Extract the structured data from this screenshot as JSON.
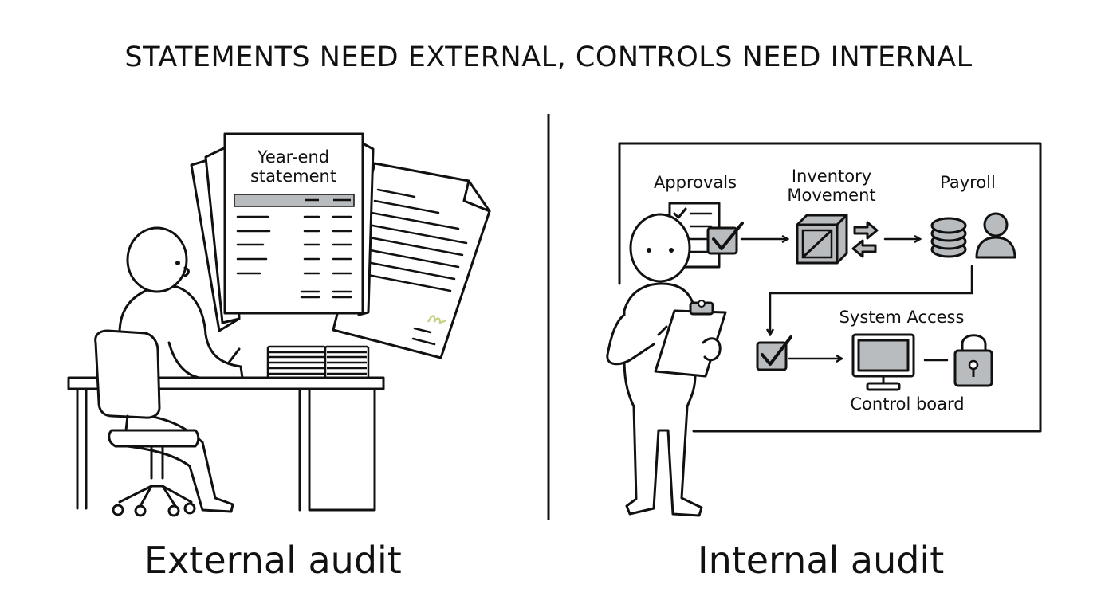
{
  "title": "STATEMENTS NEED EXTERNAL, CONTROLS NEED INTERNAL",
  "left_panel": {
    "caption": "External audit",
    "document_title_line1": "Year-end",
    "document_title_line2": "statement"
  },
  "right_panel": {
    "caption": "Internal audit",
    "control_board": {
      "label": "Control board",
      "approvals": "Approvals",
      "inventory_line1": "Inventory",
      "inventory_line2": "Movement",
      "payroll": "Payroll",
      "system_access": "System Access"
    }
  },
  "colors": {
    "ink": "#111111",
    "gray_fill": "#b9bcbf",
    "paper_tint": "#dfe4ea",
    "signature": "#c8d08a"
  },
  "icons": [
    "checkbox-icon",
    "crate-icon",
    "swap-arrows-icon",
    "coin-stack-icon",
    "person-icon",
    "monitor-icon",
    "padlock-icon",
    "clipboard-icon",
    "pen-icon"
  ]
}
